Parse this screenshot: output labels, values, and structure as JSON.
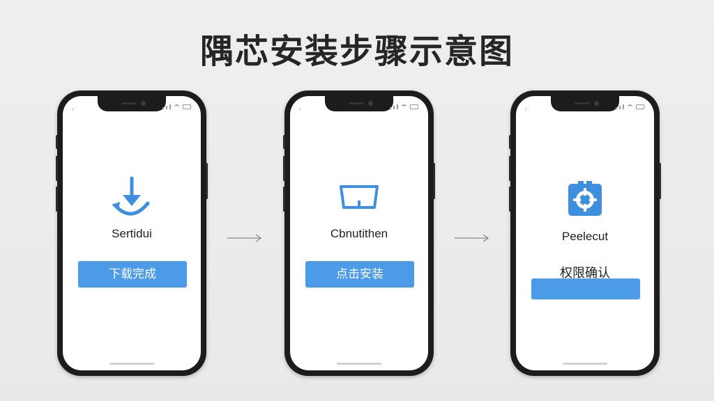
{
  "title": "隅芯安装步骤示意图",
  "steps": [
    {
      "label": "Sertidui",
      "button": "下载完成",
      "sublabel": ""
    },
    {
      "label": "Cbnutithen",
      "button": "点击安装",
      "sublabel": ""
    },
    {
      "label": "Peelecut",
      "button": "",
      "sublabel": "权限确认"
    }
  ],
  "icons": [
    "download-icon",
    "install-icon",
    "permission-gear-icon",
    "right-arrow-icon"
  ],
  "colors": {
    "accent": "#4b9be8",
    "phone_frame": "#1c1c1c",
    "background": "#ececec",
    "text": "#262626"
  }
}
